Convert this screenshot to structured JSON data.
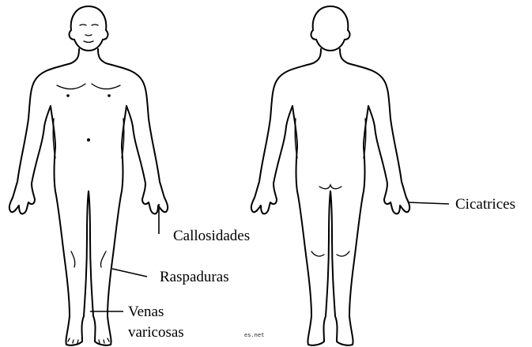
{
  "labels": {
    "callosidades": "Callosidades",
    "raspaduras": "Raspaduras",
    "venas_line1": "Venas",
    "venas_line2": "varicosas",
    "cicatrices": "Cicatrices"
  },
  "watermark": "es.net"
}
